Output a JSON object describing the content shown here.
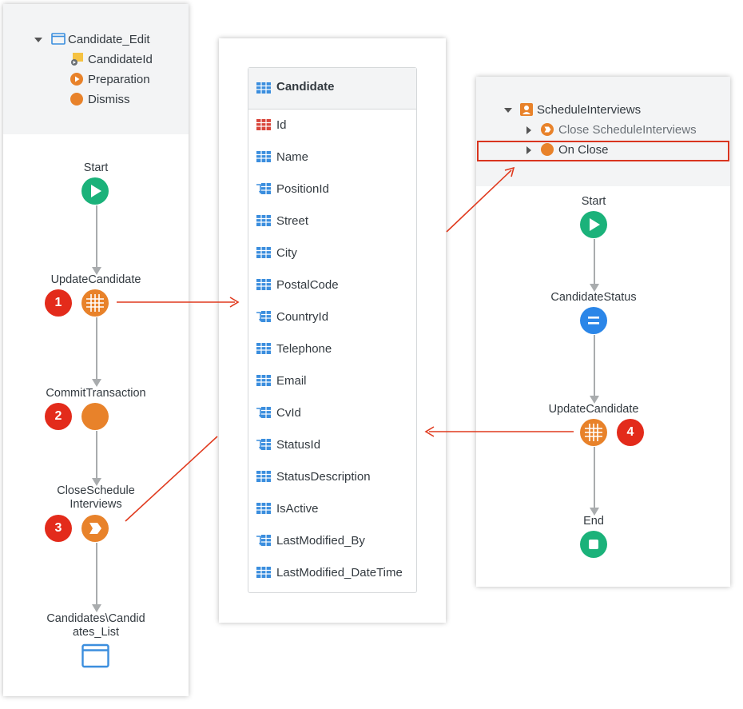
{
  "left_panel": {
    "tree": {
      "screen": "Candidate_Edit",
      "children": [
        "CandidateId",
        "Preparation",
        "Dismiss"
      ]
    },
    "flow": {
      "start": "Start",
      "update_candidate": "UpdateCandidate",
      "commit_transaction": "CommitTransaction",
      "close_schedule_line1": "CloseSchedule",
      "close_schedule_line2": "Interviews",
      "destination_line1": "Candidates\\Candid",
      "destination_line2": "ates_List"
    },
    "badges": [
      "1",
      "2",
      "3"
    ]
  },
  "entity": {
    "name": "Candidate",
    "attributes": [
      {
        "name": "Id",
        "icon": "identifier-icon"
      },
      {
        "name": "Name",
        "icon": "attribute-icon"
      },
      {
        "name": "PositionId",
        "icon": "reference-icon"
      },
      {
        "name": "Street",
        "icon": "attribute-icon"
      },
      {
        "name": "City",
        "icon": "attribute-icon"
      },
      {
        "name": "PostalCode",
        "icon": "attribute-icon"
      },
      {
        "name": "CountryId",
        "icon": "reference-icon"
      },
      {
        "name": "Telephone",
        "icon": "attribute-icon"
      },
      {
        "name": "Email",
        "icon": "attribute-icon"
      },
      {
        "name": "CvId",
        "icon": "reference-icon"
      },
      {
        "name": "StatusId",
        "icon": "reference-icon"
      },
      {
        "name": "StatusDescription",
        "icon": "attribute-icon"
      },
      {
        "name": "IsActive",
        "icon": "attribute-icon"
      },
      {
        "name": "LastModified_By",
        "icon": "reference-icon"
      },
      {
        "name": "LastModified_DateTime",
        "icon": "attribute-icon"
      }
    ]
  },
  "right_panel": {
    "tree": {
      "block": "ScheduleInterviews",
      "children": [
        "Close ScheduleInterviews",
        "On Close"
      ]
    },
    "flow": {
      "start": "Start",
      "assign": "CandidateStatus",
      "update_candidate": "UpdateCandidate",
      "end": "End"
    },
    "badges": [
      "4"
    ]
  },
  "colors": {
    "start_green": "#1bb27a",
    "action_orange": "#e8822a",
    "assign_blue": "#2b86e8",
    "badge_red": "#e32b1b",
    "highlight_red": "#d9351f",
    "screen_blue": "#3b8ede"
  }
}
